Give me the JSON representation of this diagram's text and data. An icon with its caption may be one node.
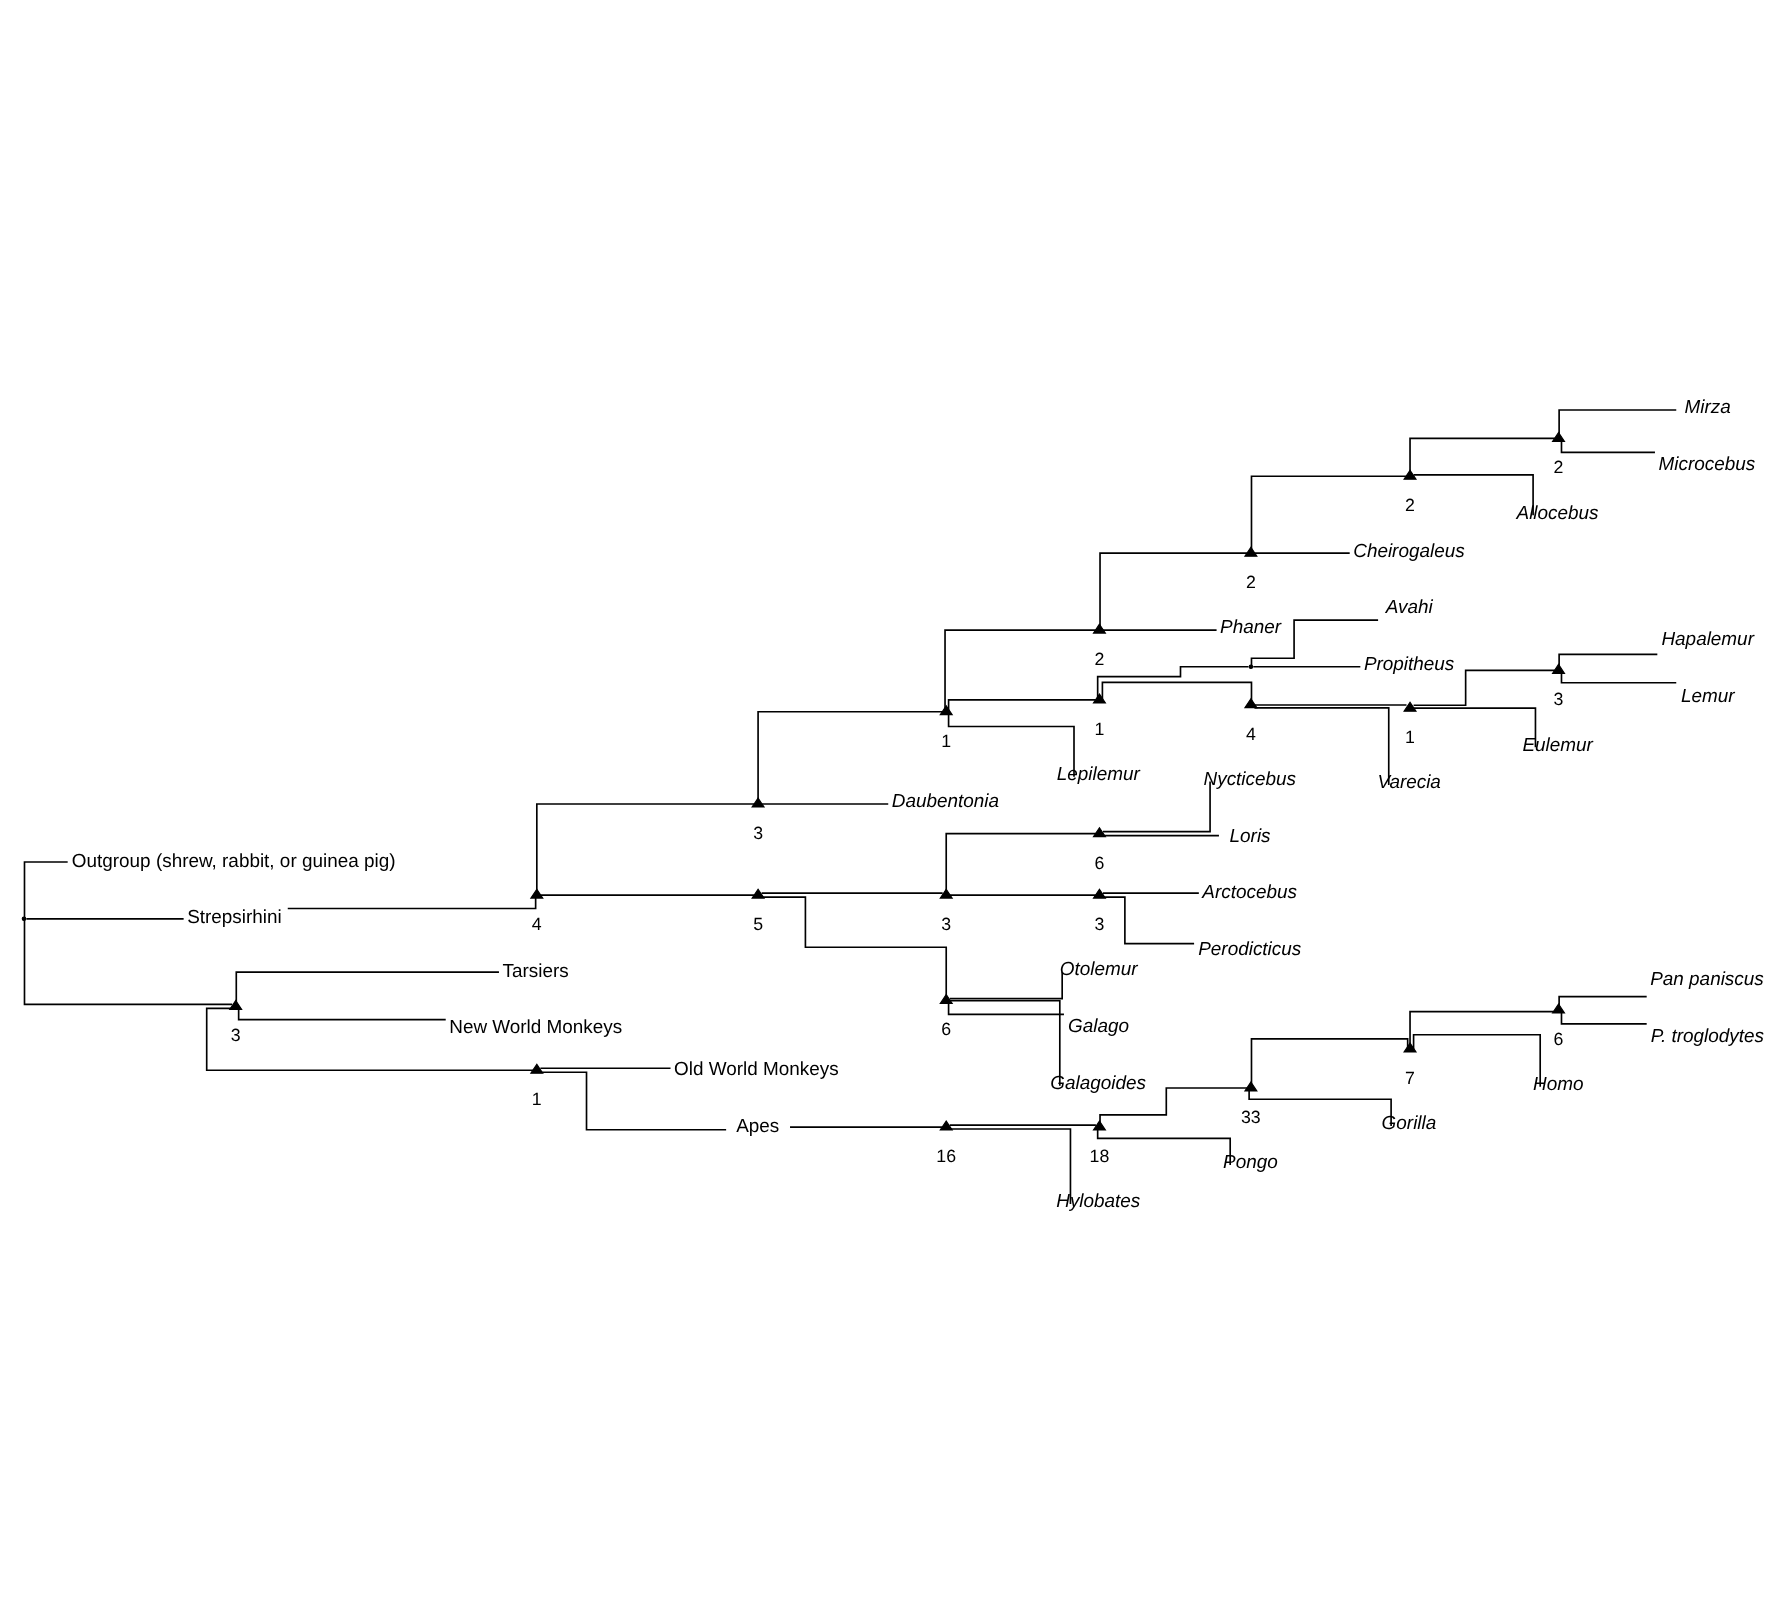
{
  "diagram": {
    "nodes": [
      {
        "text": [],
        "shape": "point"
      },
      {
        "text": [
          "Outgroup (shrew, rabbit, or guinea pig)"
        ]
      },
      {
        "text": [
          "Strepsirhini"
        ]
      },
      {
        "text": [],
        "shape": "triangle",
        "beside": [
          "4"
        ]
      },
      {
        "text": [],
        "shape": "triangle",
        "beside": [
          "3"
        ]
      },
      {
        "text": [],
        "shape": "triangle",
        "beside": [
          "1"
        ]
      },
      {
        "text": [],
        "shape": "triangle",
        "beside": [
          "2"
        ]
      },
      {
        "text": [],
        "shape": "triangle",
        "beside": [
          "2"
        ]
      },
      {
        "text": [],
        "shape": "triangle",
        "beside": [
          "2"
        ]
      },
      {
        "text": [],
        "shape": "triangle",
        "beside": [
          "2"
        ]
      },
      {
        "text": [
          "Mirza"
        ]
      },
      {
        "text": [
          "Microcebus"
        ]
      },
      {
        "text": [
          "Allocebus"
        ]
      },
      {
        "text": [
          "Cheirogaleus"
        ]
      },
      {
        "text": [
          "Phaner"
        ]
      },
      {
        "text": [],
        "shape": "triangle",
        "beside": [
          "1"
        ]
      },
      {
        "text": [],
        "shape": "point"
      },
      {
        "text": [
          "Avahi"
        ]
      },
      {
        "text": [
          "Propitheus"
        ]
      },
      {
        "text": [],
        "shape": "triangle",
        "beside": [
          "4"
        ]
      },
      {
        "text": [],
        "shape": "triangle",
        "beside": [
          "1"
        ]
      },
      {
        "text": [],
        "shape": "triangle",
        "beside": [
          "3"
        ]
      },
      {
        "text": [
          "Hapalemur"
        ]
      },
      {
        "text": [
          "Lemur"
        ]
      },
      {
        "text": [
          "Eulemur"
        ]
      },
      {
        "text": [
          "Varecia"
        ]
      },
      {
        "text": [
          "Lepilemur"
        ]
      },
      {
        "text": [
          "Daubentonia"
        ]
      },
      {
        "text": [],
        "shape": "triangle",
        "beside": [
          "5"
        ]
      },
      {
        "text": [],
        "shape": "triangle",
        "beside": [
          "3"
        ]
      },
      {
        "text": [],
        "shape": "triangle",
        "beside": [
          "6"
        ]
      },
      {
        "text": [
          "Nycticebus"
        ]
      },
      {
        "text": [
          "Loris"
        ]
      },
      {
        "text": [],
        "shape": "triangle",
        "beside": [
          "3"
        ]
      },
      {
        "text": [
          "Arctocebus"
        ]
      },
      {
        "text": [
          "Perodicticus"
        ]
      },
      {
        "text": [],
        "shape": "triangle",
        "beside": [
          "6"
        ]
      },
      {
        "text": [
          "Otolemur"
        ]
      },
      {
        "text": [
          "Galago"
        ]
      },
      {
        "text": [
          "Galagoides"
        ]
      },
      {
        "text": [],
        "shape": "triangle",
        "beside": [
          "3"
        ]
      },
      {
        "text": [
          "Tarsiers"
        ]
      },
      {
        "text": [
          "New World Monkeys"
        ]
      },
      {
        "text": [],
        "shape": "triangle",
        "beside": [
          "1"
        ]
      },
      {
        "text": [
          "Old World Monkeys"
        ]
      },
      {
        "text": [
          "Apes"
        ]
      },
      {
        "text": [],
        "shape": "triangle",
        "beside": [
          "16"
        ]
      },
      {
        "text": [],
        "shape": "triangle",
        "beside": [
          "18"
        ]
      },
      {
        "text": [],
        "shape": "triangle",
        "beside": [
          "33"
        ]
      },
      {
        "text": [],
        "shape": "triangle",
        "beside": [
          "7"
        ]
      },
      {
        "text": [],
        "shape": "triangle",
        "beside": [
          "6"
        ]
      },
      {
        "text": [
          "Pan paniscus"
        ]
      },
      {
        "text": [
          "P. troglodytes"
        ]
      },
      {
        "text": [
          "Homo"
        ]
      },
      {
        "text": [
          "Gorilla"
        ]
      },
      {
        "text": [
          "Pongo"
        ]
      },
      {
        "text": [
          "Hylobates"
        ]
      }
    ],
    "edges": [
      {
        "from": 0,
        "to": 1,
        "arrow": "none"
      },
      {
        "from": 0,
        "to": 2,
        "arrow": "none"
      },
      {
        "from": 0,
        "to": 40,
        "arrow": "none"
      },
      {
        "from": 2,
        "to": 3,
        "arrow": "none"
      },
      {
        "from": 3,
        "to": 4,
        "arrow": "none"
      },
      {
        "from": 3,
        "to": 28,
        "arrow": "none"
      },
      {
        "from": 4,
        "to": 5,
        "arrow": "none"
      },
      {
        "from": 4,
        "to": 27,
        "arrow": "none"
      },
      {
        "from": 5,
        "to": 6,
        "arrow": "none"
      },
      {
        "from": 5,
        "to": 15,
        "arrow": "none"
      },
      {
        "from": 5,
        "to": 26,
        "arrow": "none"
      },
      {
        "from": 6,
        "to": 7,
        "arrow": "none"
      },
      {
        "from": 6,
        "to": 14,
        "arrow": "none"
      },
      {
        "from": 7,
        "to": 8,
        "arrow": "none"
      },
      {
        "from": 7,
        "to": 13,
        "arrow": "none"
      },
      {
        "from": 8,
        "to": 9,
        "arrow": "none"
      },
      {
        "from": 8,
        "to": 12,
        "arrow": "none"
      },
      {
        "from": 9,
        "to": 10,
        "arrow": "none"
      },
      {
        "from": 9,
        "to": 11,
        "arrow": "none"
      },
      {
        "from": 15,
        "to": 16,
        "arrow": "none"
      },
      {
        "from": 15,
        "to": 19,
        "arrow": "none"
      },
      {
        "from": 16,
        "to": 17,
        "arrow": "none"
      },
      {
        "from": 16,
        "to": 18,
        "arrow": "none"
      },
      {
        "from": 19,
        "to": 20,
        "arrow": "none"
      },
      {
        "from": 19,
        "to": 25,
        "arrow": "none"
      },
      {
        "from": 20,
        "to": 21,
        "arrow": "none"
      },
      {
        "from": 20,
        "to": 24,
        "arrow": "none"
      },
      {
        "from": 21,
        "to": 22,
        "arrow": "none"
      },
      {
        "from": 21,
        "to": 23,
        "arrow": "none"
      },
      {
        "from": 28,
        "to": 29,
        "arrow": "none"
      },
      {
        "from": 28,
        "to": 36,
        "arrow": "none"
      },
      {
        "from": 29,
        "to": 30,
        "arrow": "none"
      },
      {
        "from": 29,
        "to": 33,
        "arrow": "none"
      },
      {
        "from": 30,
        "to": 31,
        "arrow": "none"
      },
      {
        "from": 30,
        "to": 32,
        "arrow": "none"
      },
      {
        "from": 33,
        "to": 34,
        "arrow": "none"
      },
      {
        "from": 33,
        "to": 35,
        "arrow": "none"
      },
      {
        "from": 36,
        "to": 37,
        "arrow": "none"
      },
      {
        "from": 36,
        "to": 38,
        "arrow": "none"
      },
      {
        "from": 36,
        "to": 39,
        "arrow": "none"
      },
      {
        "from": 40,
        "to": 41,
        "arrow": "none"
      },
      {
        "from": 40,
        "to": 42,
        "arrow": "none"
      },
      {
        "from": 40,
        "to": 43,
        "arrow": "none"
      },
      {
        "from": 43,
        "to": 44,
        "arrow": "none"
      },
      {
        "from": 43,
        "to": 45,
        "arrow": "none"
      },
      {
        "from": 45,
        "to": 46,
        "arrow": "none"
      },
      {
        "from": 46,
        "to": 47,
        "arrow": "none"
      },
      {
        "from": 46,
        "to": 56,
        "arrow": "none"
      },
      {
        "from": 47,
        "to": 48,
        "arrow": "none"
      },
      {
        "from": 47,
        "to": 55,
        "arrow": "none"
      },
      {
        "from": 48,
        "to": 49,
        "arrow": "none"
      },
      {
        "from": 48,
        "to": 54,
        "arrow": "none"
      },
      {
        "from": 49,
        "to": 50,
        "arrow": "none"
      },
      {
        "from": 49,
        "to": 53,
        "arrow": "none"
      },
      {
        "from": 50,
        "to": 51,
        "arrow": "none"
      },
      {
        "from": 50,
        "to": 52,
        "arrow": "none"
      }
    ]
  }
}
